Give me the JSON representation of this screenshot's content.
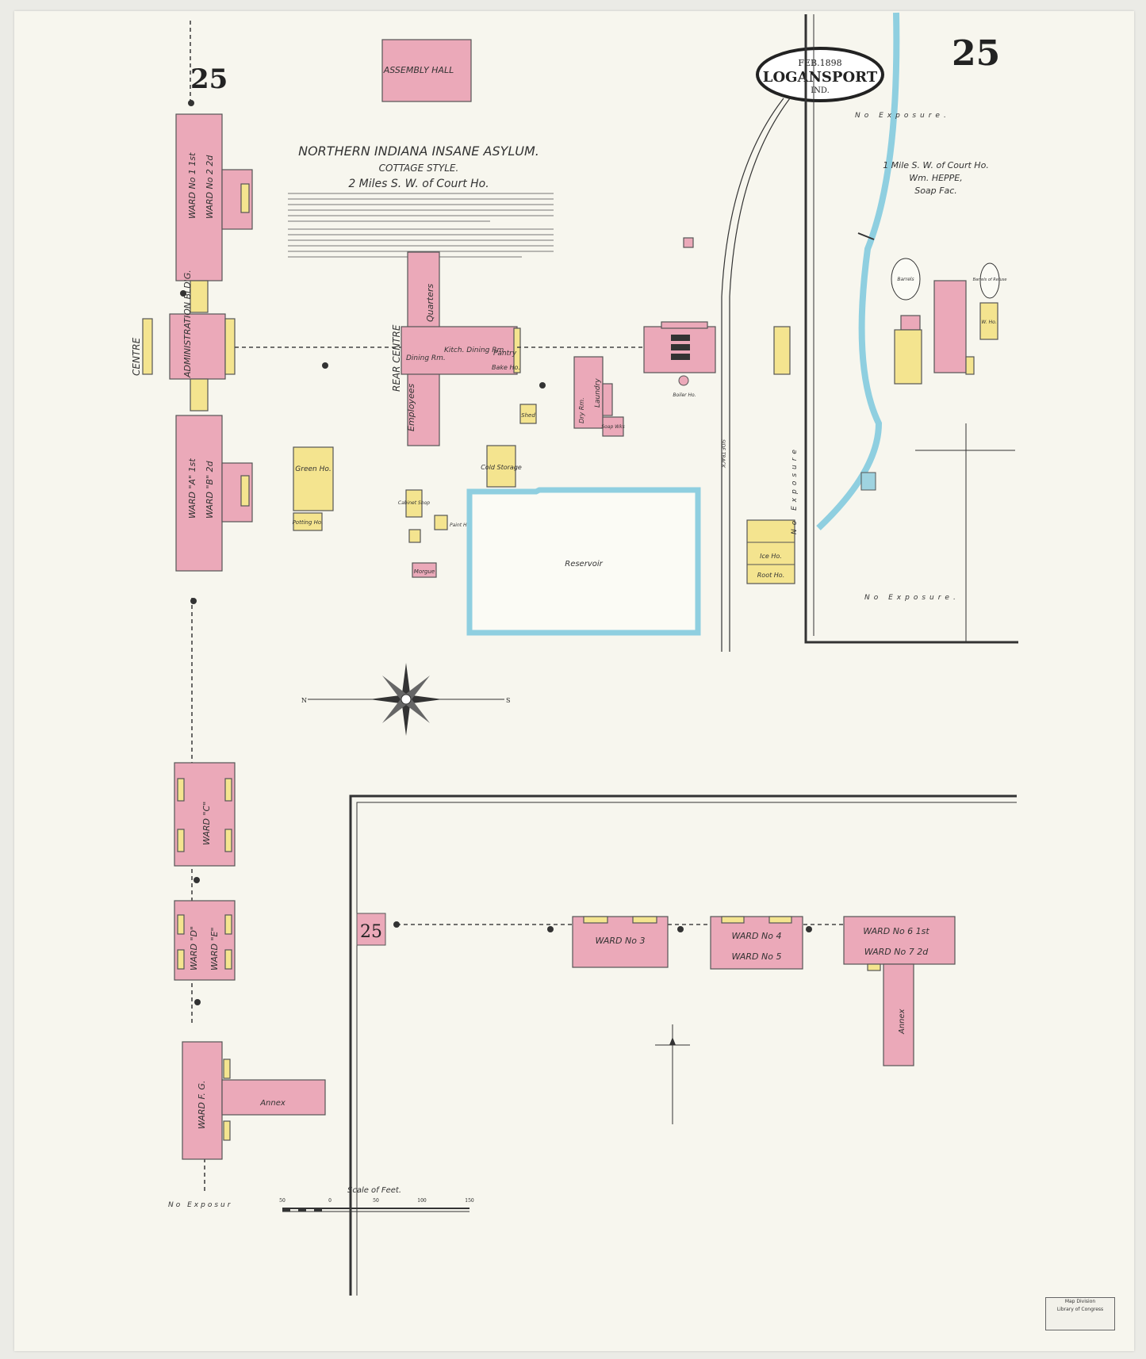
{
  "sheet": {
    "page_number": "25",
    "city_badge": {
      "date": "FEB.1898",
      "city": "LOGANSPORT",
      "state": "IND."
    },
    "colors": {
      "brick": "#eba9b9",
      "frame": "#f4e48f",
      "water": "#9fd3e0",
      "paper": "#f7f6ee"
    }
  },
  "title_block": {
    "title": "NORTHERN INDIANA INSANE ASYLUM.",
    "subtitle": "COTTAGE STYLE.",
    "location": "2 Miles S. W. of Court Ho."
  },
  "buildings": {
    "assembly_hall": "ASSEMBLY HALL",
    "ward_1": "WARD No 1 1st",
    "ward_2": "WARD No 2 2d",
    "administration": "ADMINISTRATION BLD'G.",
    "centre": "CENTRE",
    "rear_centre": "REAR CENTRE",
    "quarters": "Quarters",
    "employees": "Employees",
    "dining_1": "Dining Rm.",
    "kitchen_dining": "Kitch. Dining Rm.",
    "pantry": "Pantry",
    "bake_ho": "Bake Ho.",
    "ward_a": "WARD \"A\" 1st",
    "ward_b": "WARD \"B\" 2d",
    "green_ho": "Green Ho.",
    "potting_ho": "Potting Ho.",
    "cold_storage": "Cold Storage",
    "shed": "Shed",
    "cabinet_shop": "Cabinet Shop",
    "paint_ho": "Paint Ho.",
    "morgue": "Morgue",
    "reservoir": "Reservoir",
    "laundry": "Laundry",
    "dry_rm": "Dry Rm.",
    "soap_wks": "Soap Wks",
    "boiler_ho": "Boiler Ho.",
    "ice_ho": "Ice Ho.",
    "root_ho": "Root Ho.",
    "ward_c": "WARD \"C\"",
    "ward_d": "WARD \"D\"",
    "ward_e": "WARD \"E\"",
    "ward_fg": "WARD F. G.",
    "annex": "Annex",
    "ward_3": "WARD No 3",
    "ward_4": "WARD No 4",
    "ward_5": "WARD No 5",
    "ward_6": "WARD No 6 1st",
    "ward_7": "WARD No 7 2d",
    "side_track": "SIDE TRACK"
  },
  "soap_factory": {
    "location": "1 Mile S. W. of Court Ho.",
    "owner": "Wm. HEPPE,",
    "business": "Soap Fac.",
    "barrels_1": "Barrels",
    "barrels_2": "Barrels of Refuse",
    "wh": "W. Ho."
  },
  "exposure": {
    "top": "No Exposure.",
    "bottom": "No Exposure.",
    "side": "No Exposure",
    "bottom_left": "No Exposur"
  },
  "scale": {
    "label": "Scale of Feet.",
    "ticks": [
      "50",
      "0",
      "50",
      "100",
      "150"
    ]
  },
  "page_key_number": "25",
  "stamp": {
    "line1": "Map Division",
    "line2": "Library of Congress"
  }
}
